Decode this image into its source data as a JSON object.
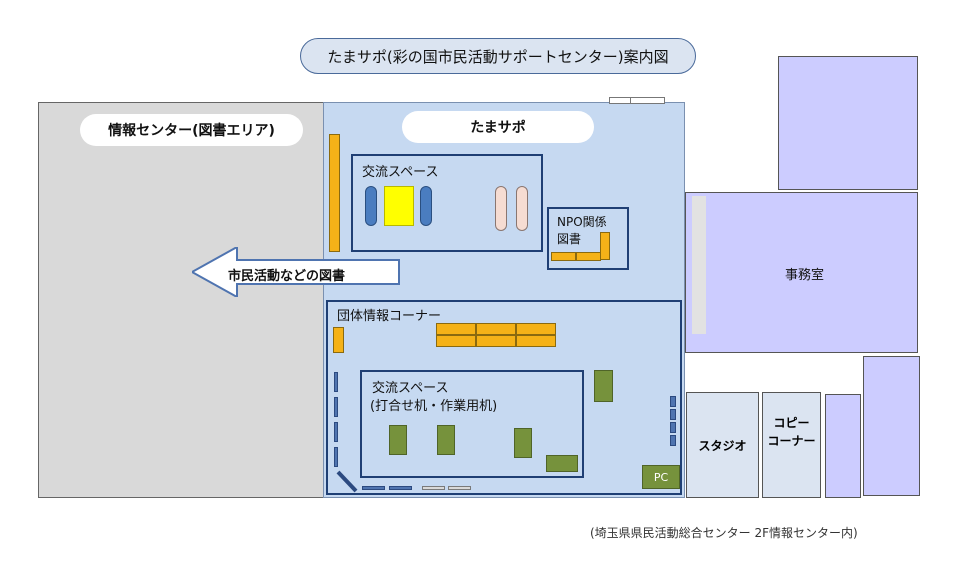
{
  "title": "たまサポ(彩の国市民活動サポートセンター)案内図",
  "info_center": {
    "label": "情報センター(図書エリア)"
  },
  "tamasapo": {
    "label": "たまサポ"
  },
  "exchange_space_upper": {
    "label": "交流スペース"
  },
  "npo_books": {
    "line1": "NPO関係",
    "line2": "図書"
  },
  "arrow": {
    "label": "市民活動などの図書"
  },
  "group_info_corner": {
    "label": "団体情報コーナー"
  },
  "exchange_space_lower": {
    "line1": "交流スペース",
    "line2": "(打合せ机・作業用机)"
  },
  "pc": {
    "label": "PC"
  },
  "office": {
    "label": "事務室"
  },
  "studio": {
    "label": "スタジオ"
  },
  "copy_corner": {
    "line1": "コピー",
    "line2": "コーナー"
  },
  "footnote": "(埼玉県県民活動総合センター 2F情報センター内)"
}
